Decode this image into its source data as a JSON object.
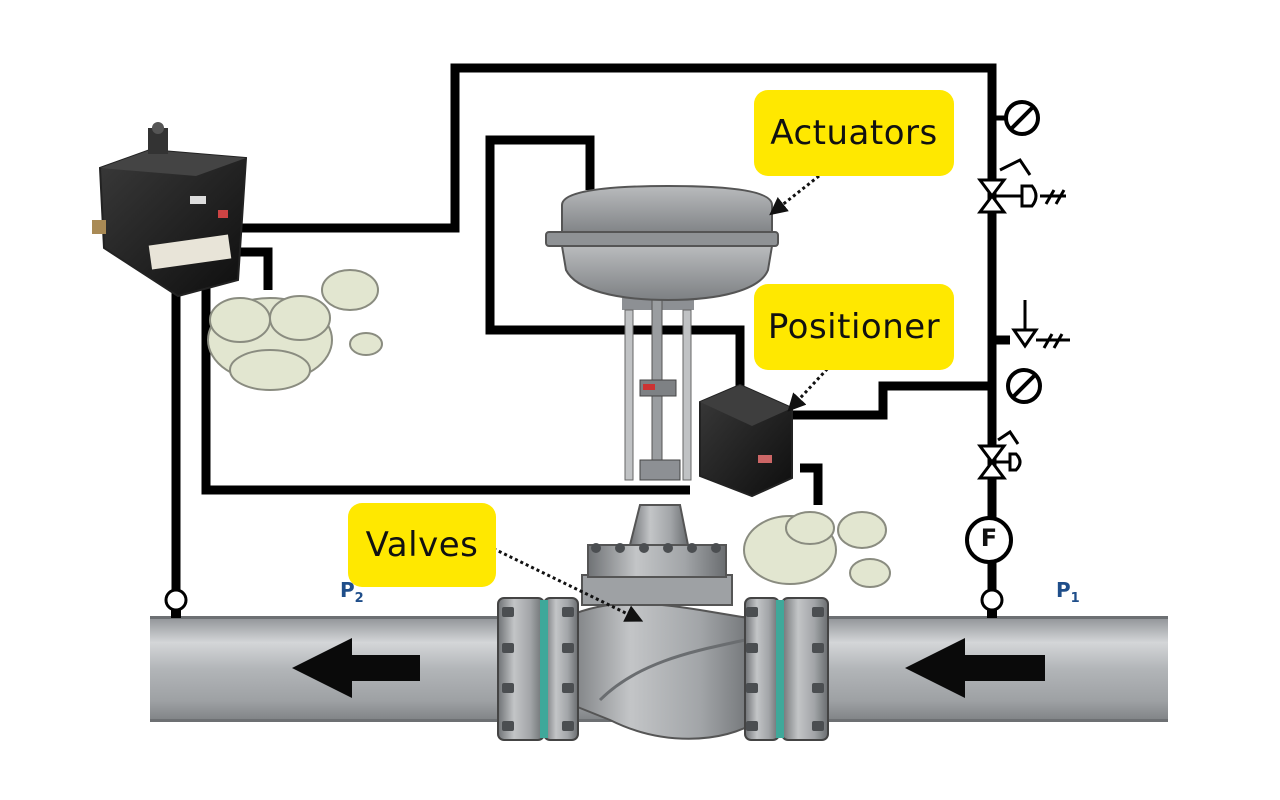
{
  "callouts": {
    "actuators": "Actuators",
    "positioner": "Positioner",
    "valves": "Valves"
  },
  "pressure_labels": {
    "p2_main": "P",
    "p2_sub": "2",
    "p1_main": "P",
    "p1_sub": "1"
  },
  "flow_meter_label": "F",
  "colors": {
    "callout_fill": "#ffe800",
    "pipe_mid": "#b9bcbf",
    "signal_line": "#000000",
    "pressure_label": "#1f4e8a"
  }
}
